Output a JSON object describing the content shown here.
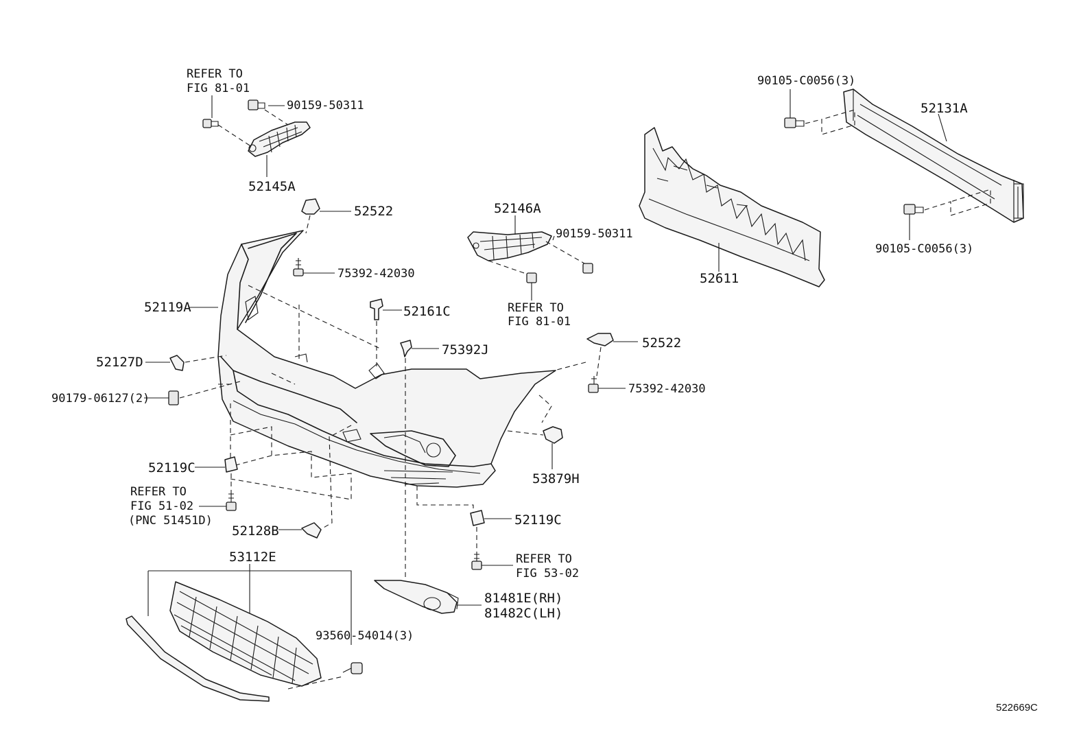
{
  "labels": {
    "refer_81_top_a": "REFER TO",
    "refer_81_top_b": "FIG 81-01",
    "p90159_top": "90159-50311",
    "p52145A": "52145A",
    "p52522_top": "52522",
    "p75392_top": "75392-42030",
    "p52119A": "52119A",
    "p52127D": "52127D",
    "p90179": "90179-06127(2)",
    "p52161C": "52161C",
    "p75392J": "75392J",
    "p52146A": "52146A",
    "p90159_mid": "90159-50311",
    "refer_81_mid_a": "REFER TO",
    "refer_81_mid_b": "FIG 81-01",
    "p52522_right": "52522",
    "p75392_right": "75392-42030",
    "p53879H": "53879H",
    "p52119C_left": "52119C",
    "refer_51_a": "REFER TO",
    "refer_51_b": "FIG 51-02",
    "refer_51_c": "(PNC 51451D)",
    "p52128B": "52128B",
    "p52119C_right": "52119C",
    "refer_53_a": "REFER TO",
    "refer_53_b": "FIG 53-02",
    "p53112E": "53112E",
    "p93560": "93560-54014(3)",
    "p81481E": "81481E(RH)",
    "p81482C": "81482C(LH)",
    "p90105_top": "90105-C0056(3)",
    "p52131A": "52131A",
    "p52611": "52611",
    "p90105_bot": "90105-C0056(3)",
    "diagram_id": "522669C"
  }
}
